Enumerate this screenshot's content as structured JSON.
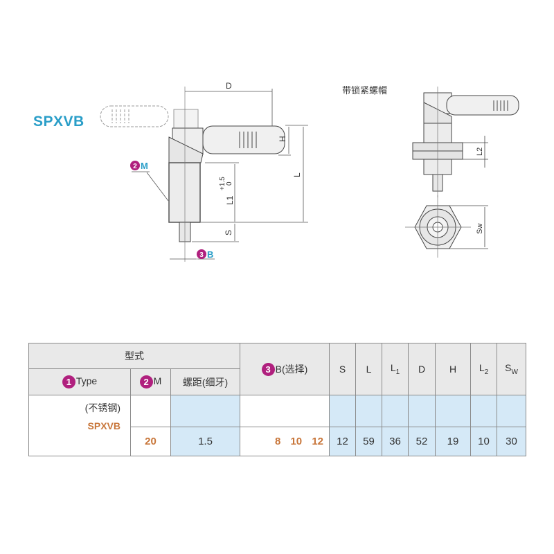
{
  "model_title": "SPXVB",
  "lock_nut_caption": "带锁紧螺帽",
  "drawing_labels": {
    "D": "D",
    "H": "H",
    "L": "L",
    "L1": "L1",
    "L1_tol_upper": "+1.5",
    "L1_tol_lower": "0",
    "S": "S",
    "L2": "L2",
    "Sw": "Sw",
    "callout_M_num": "2",
    "callout_M": "M",
    "callout_B_num": "3",
    "callout_B": "B"
  },
  "colors": {
    "title": "#2a9ec8",
    "badge": "#b0207e",
    "value_orange": "#c8763a",
    "cell_blue": "#d5e9f7",
    "header_gray": "#e9e9e9"
  },
  "table": {
    "header_group": "型式",
    "type_num": "1",
    "type_label": "Type",
    "m_num": "2",
    "m_label": "M",
    "pitch_label": "螺距(细牙)",
    "b_num": "3",
    "b_label": "B(选择)",
    "dims": [
      {
        "main": "S",
        "sub": ""
      },
      {
        "main": "L",
        "sub": ""
      },
      {
        "main": "L",
        "sub": "1"
      },
      {
        "main": "D",
        "sub": ""
      },
      {
        "main": "H",
        "sub": ""
      },
      {
        "main": "L",
        "sub": "2"
      },
      {
        "main": "S",
        "sub": "W"
      }
    ],
    "material": "(不锈钢)",
    "type_value": "SPXVB",
    "m_value": "20",
    "pitch_value": "1.5",
    "b_values": [
      "8",
      "10",
      "12"
    ],
    "dim_values": [
      "12",
      "59",
      "36",
      "52",
      "19",
      "10",
      "30"
    ]
  }
}
